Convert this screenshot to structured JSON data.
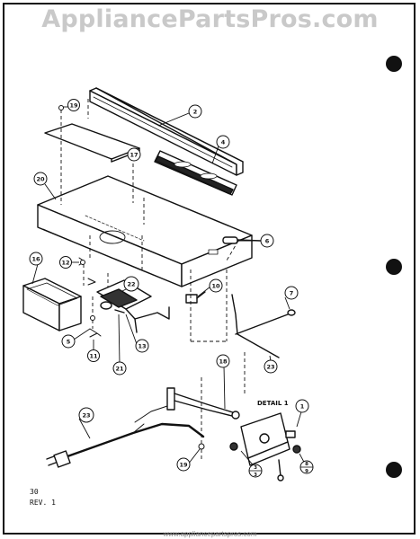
{
  "watermark": "AppliancePartsPros.com",
  "page_number": "30",
  "revision": "REV. 1",
  "detail_label": "DETAIL 1",
  "footer_source": "www.appliancepartspros.com",
  "callouts": [
    {
      "id": "c2",
      "label": "2"
    },
    {
      "id": "c4",
      "label": "4"
    },
    {
      "id": "c19a",
      "label": "19"
    },
    {
      "id": "c17",
      "label": "17"
    },
    {
      "id": "c20",
      "label": "20"
    },
    {
      "id": "c6",
      "label": "6"
    },
    {
      "id": "c16",
      "label": "16"
    },
    {
      "id": "c12",
      "label": "12"
    },
    {
      "id": "c22",
      "label": "22"
    },
    {
      "id": "c10",
      "label": "10"
    },
    {
      "id": "c7",
      "label": "7"
    },
    {
      "id": "c5",
      "label": "5"
    },
    {
      "id": "c11",
      "label": "11"
    },
    {
      "id": "c13",
      "label": "13"
    },
    {
      "id": "c21",
      "label": "21"
    },
    {
      "id": "c18",
      "label": "18"
    },
    {
      "id": "c23a",
      "label": "23"
    },
    {
      "id": "c23b",
      "label": "23"
    },
    {
      "id": "c1",
      "label": "1"
    },
    {
      "id": "c3",
      "label": "3"
    },
    {
      "id": "c19b",
      "label": "19"
    },
    {
      "id": "c8",
      "label": "8"
    },
    {
      "id": "c9",
      "label": "9"
    }
  ]
}
